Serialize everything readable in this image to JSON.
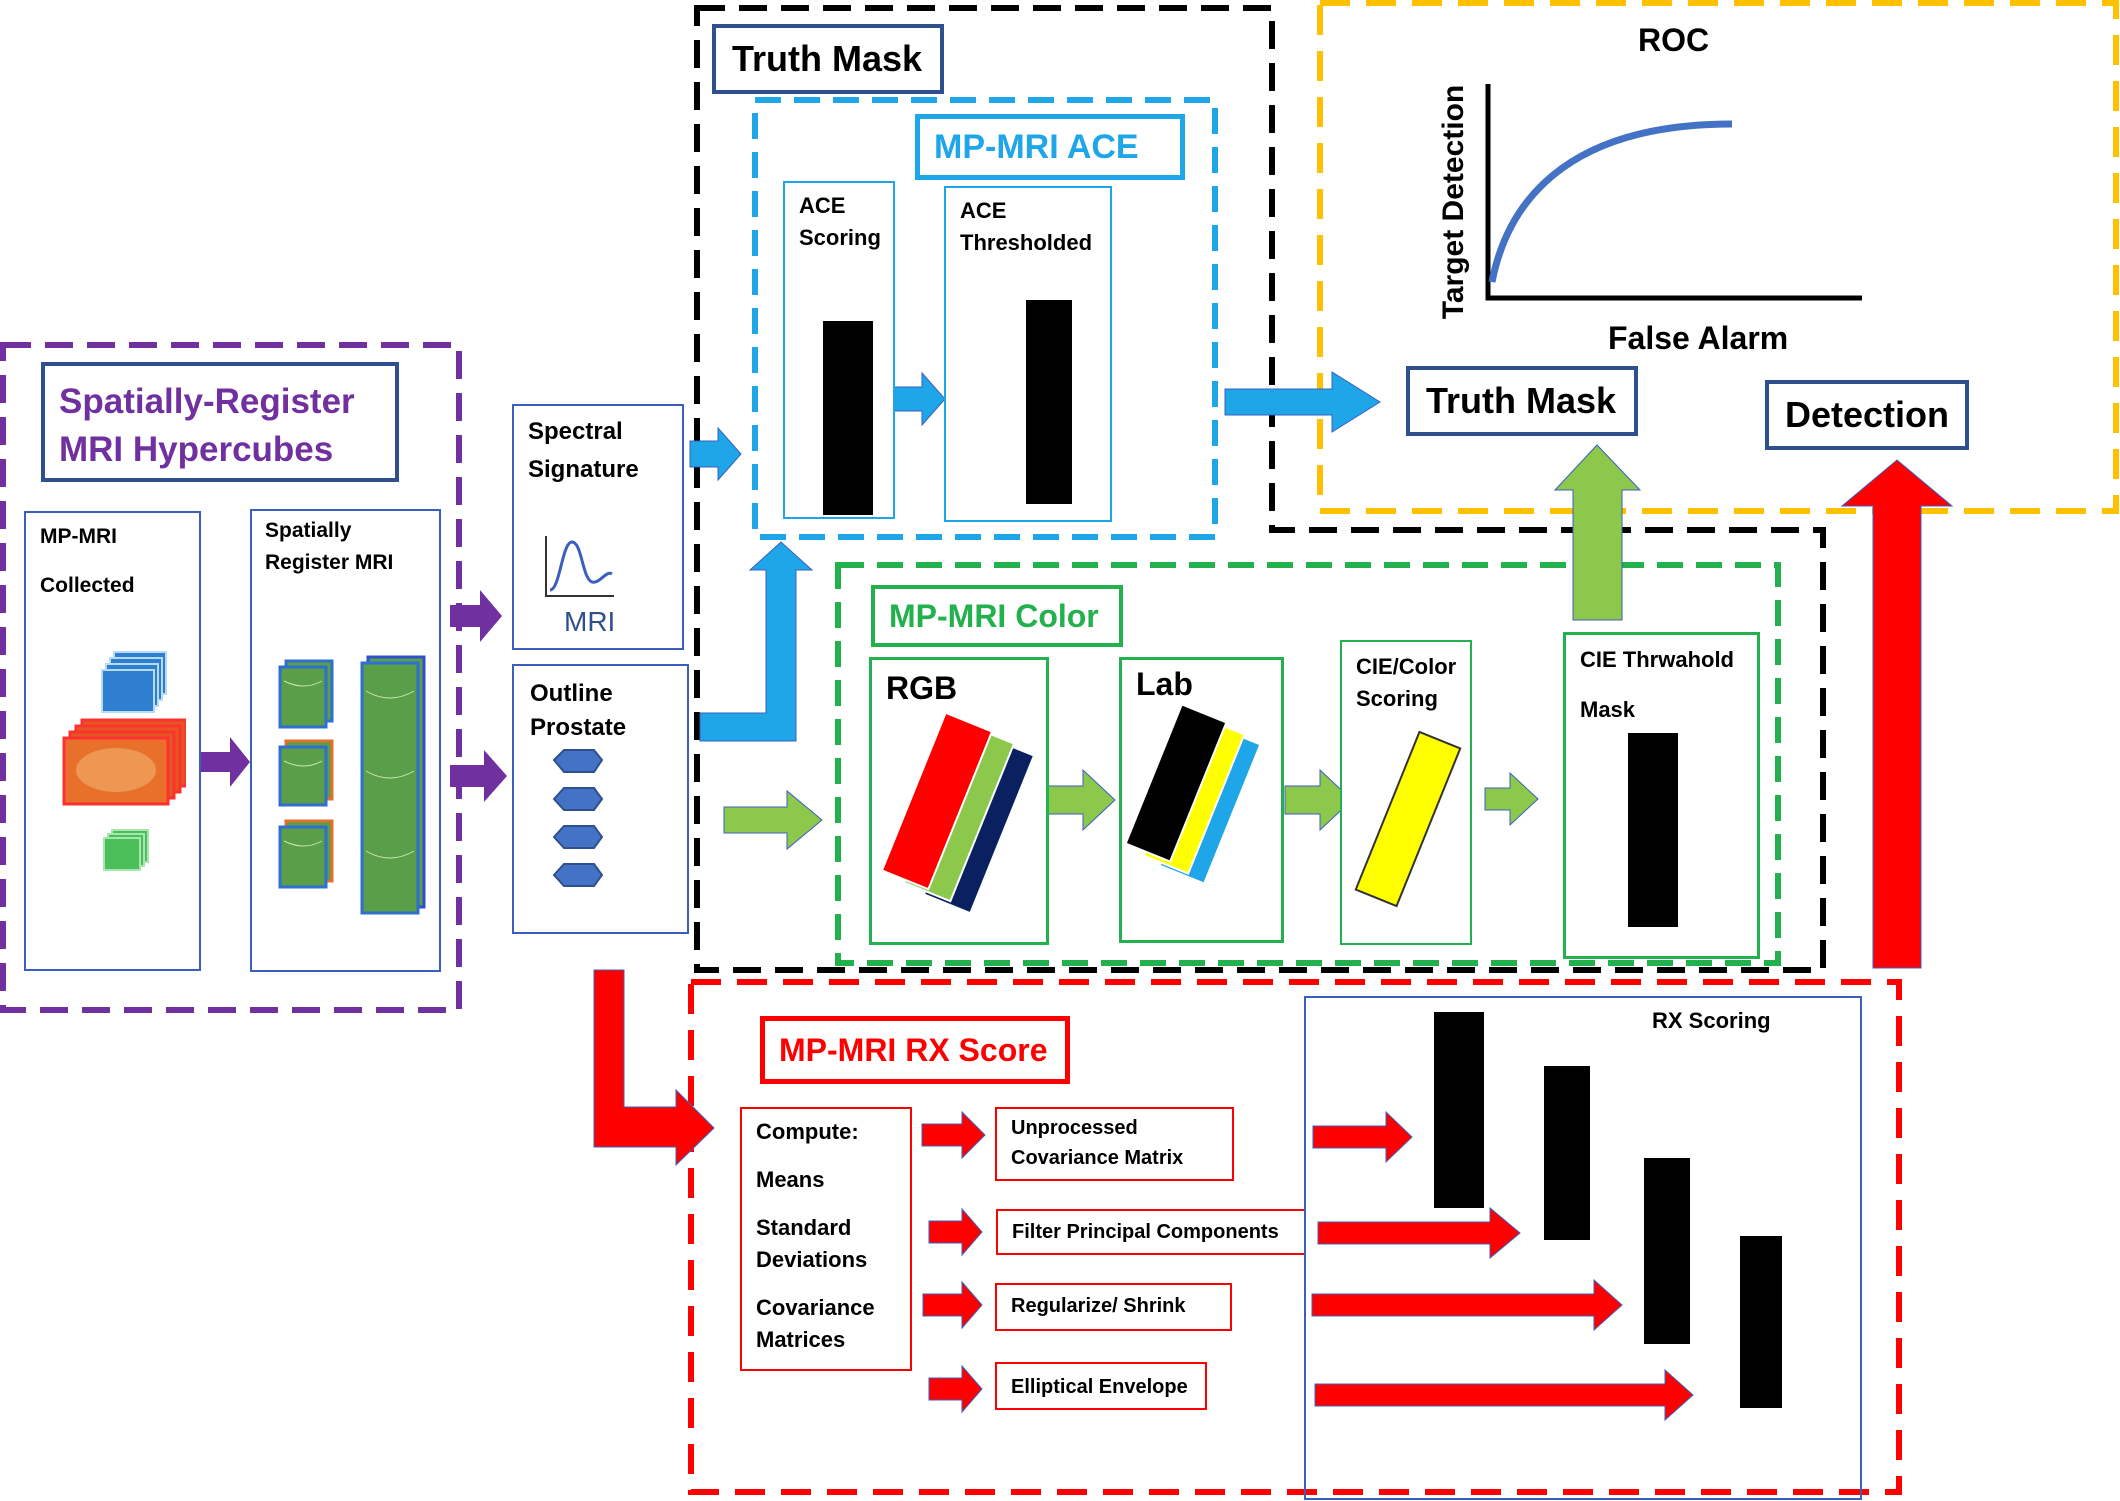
{
  "spatial": {
    "title_line1": "Spatially-Register",
    "title_line2": "MRI Hypercubes",
    "collected_line1": "MP-MRI",
    "collected_line2": "Collected",
    "register_line1": "Spatially",
    "register_line2": "Register MRI"
  },
  "spectral": {
    "line1": "Spectral",
    "line2": "Signature",
    "icon_label": "MRI"
  },
  "outline": {
    "line1": "Outline",
    "line2": "Prostate"
  },
  "truth_mask_top": {
    "title": "Truth Mask"
  },
  "ace": {
    "title": "MP-MRI ACE",
    "scoring_line1": "ACE",
    "scoring_line2": "Scoring",
    "thresh_line1": "ACE",
    "thresh_line2": "Thresholded"
  },
  "roc": {
    "title": "ROC",
    "ylabel": "Target Detection",
    "xlabel": "False Alarm"
  },
  "truth_mask_box": {
    "label": "Truth Mask"
  },
  "detection": {
    "label": "Detection"
  },
  "color": {
    "title": "MP-MRI Color",
    "rgb": "RGB",
    "lab": "Lab",
    "cie_line1": "CIE/Color",
    "cie_line2": "Scoring",
    "mask_line1": "CIE Thrwahold",
    "mask_line2": "Mask"
  },
  "rx": {
    "title": "MP-MRI RX Score",
    "compute": "Compute:",
    "means": "Means",
    "std_line1": "Standard",
    "std_line2": "Deviations",
    "cov_line1": "Covariance",
    "cov_line2": "Matrices",
    "step1_line1": "Unprocessed",
    "step1_line2": "Covariance Matrix",
    "step2": "Filter Principal Components",
    "step3": "Regularize/ Shrink",
    "step4": "Elliptical Envelope",
    "scoring": "RX Scoring"
  },
  "colors": {
    "purple": "#7030a0",
    "blue": "#1ea6e8",
    "green": "#22b14c",
    "light_green": "#8cc84b",
    "red": "#ff0000",
    "orange": "#ffc000",
    "navy": "#2f4f8f"
  }
}
